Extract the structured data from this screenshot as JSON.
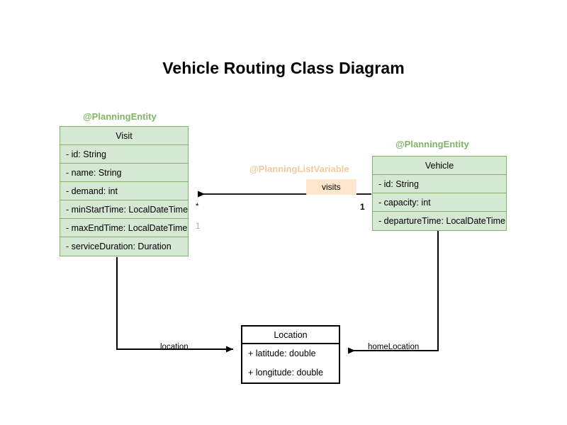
{
  "diagram": {
    "title": "Vehicle Routing Class Diagram",
    "type": "uml-class-diagram",
    "colors": {
      "entity_fill": "#d5e8d4",
      "entity_border": "#82b366",
      "entity_stereotype_text": "#82b366",
      "listvariable_stereotype_text": "#f0c9a0",
      "label_box_fill": "#ffe6cc",
      "plain_class_border": "#000000",
      "plain_class_fill": "#ffffff",
      "edge_stroke": "#000000",
      "multiplicity_accent": "#b39ddb",
      "background": "#ffffff"
    }
  },
  "classes": [
    {
      "id": "visit",
      "name": "Visit",
      "stereotype": "@PlanningEntity",
      "stereotype_kind": "entity",
      "attributes": [
        "- id: String",
        "- name: String",
        "- demand: int",
        "- minStartTime: LocalDateTime",
        "- maxEndTime: LocalDateTime",
        "- serviceDuration: Duration"
      ]
    },
    {
      "id": "vehicle",
      "name": "Vehicle",
      "stereotype": "@PlanningEntity",
      "stereotype_kind": "entity",
      "attributes": [
        "- id: String",
        "- capacity: int",
        "- departureTime: LocalDateTime"
      ]
    },
    {
      "id": "location",
      "name": "Location",
      "stereotype": null,
      "stereotype_kind": "plain",
      "attributes": [
        "+ latitude: double",
        "+ longitude: double"
      ]
    }
  ],
  "relationships": [
    {
      "id": "vehicle-visits",
      "from": "vehicle",
      "to": "visit",
      "label": "visits",
      "label_style": "boxed",
      "stereotype": "@PlanningListVariable",
      "source_multiplicity": "1",
      "target_multiplicity": "*",
      "secondary_multiplicity": "1",
      "arrow": "open-to-visit"
    },
    {
      "id": "visit-location",
      "from": "visit",
      "to": "location",
      "label": "location",
      "label_style": "plain",
      "arrow": "to-location"
    },
    {
      "id": "vehicle-homelocation",
      "from": "vehicle",
      "to": "location",
      "label": "homeLocation",
      "label_style": "plain",
      "arrow": "to-location"
    }
  ]
}
